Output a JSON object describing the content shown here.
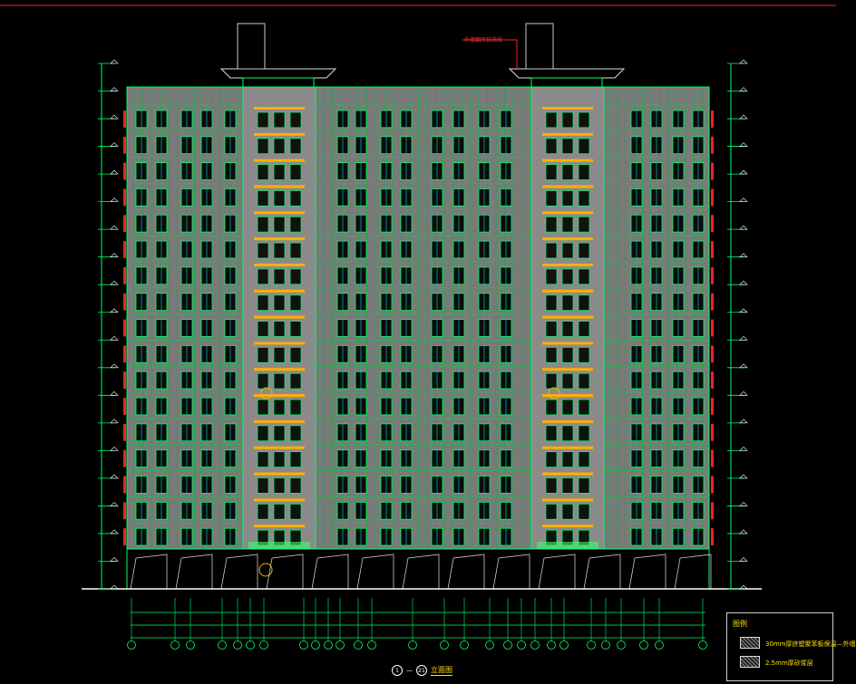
{
  "drawing": {
    "title_axis_from": "1",
    "title_axis_to": "21",
    "title_text": "立面图",
    "callout_label": "外墙面砖装饰线"
  },
  "legend": {
    "title": "图例",
    "items": [
      {
        "label": "30mm厚挤塑聚苯板保温—外墙"
      },
      {
        "label": "2.5mm厚砂浆层"
      }
    ]
  },
  "colors": {
    "background": "#000000",
    "facade_fill": "#7a7a7a",
    "window_frame": "#00ff66",
    "accent_red": "#ff2020",
    "balcony_yellow": "#ffb000",
    "cyan": "#00ffff"
  },
  "icons": [
    "axis-bubble-icon",
    "elevation-marker-icon"
  ]
}
